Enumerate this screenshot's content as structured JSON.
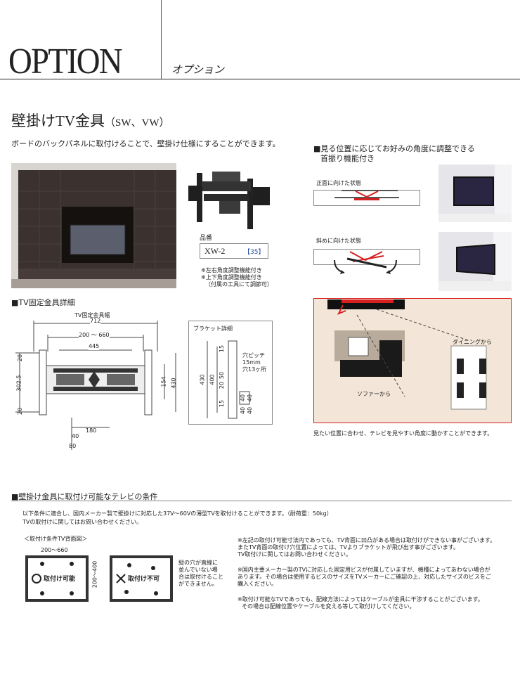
{
  "header": {
    "title": "OPTION",
    "subtitle": "オプション"
  },
  "product": {
    "heading": "壁掛けTV金具",
    "heading_suffix": "（SW、VW）",
    "description": "ボードのバックパネルに取付けることで、壁掛け仕様にすることができます。",
    "code_label": "品番",
    "code": "XW-2",
    "price": "【35】",
    "features": [
      "※左右角度調整機能付き",
      "※上下角度調整機能付き",
      "（付属の工具にて調節可）"
    ]
  },
  "swivel": {
    "heading_line1": "■見る位置に応じてお好みの角度に調整できる",
    "heading_line2": "首振り機能付き",
    "front_label": "正面に向けた状態",
    "angled_label": "斜めに向けた状態",
    "dining_label": "ダイニングから",
    "sofa_label": "ソファーから",
    "caption": "見たい位置に合わせ、テレビを見やすい角度に動かすことができます。"
  },
  "details": {
    "heading": "■TV固定金具詳細",
    "width_title": "TV固定金具幅",
    "dims": {
      "w712": "712",
      "w200_660": "200 ～ 660",
      "w445": "445",
      "h20a": "20",
      "h302": "302.5",
      "h20b": "20",
      "h154": "154",
      "h430": "430",
      "w180": "180",
      "w40": "40",
      "w80": "80"
    },
    "bracket_title": "ブラケット詳細",
    "bracket_dims": {
      "d430": "430",
      "d400": "400",
      "d15a": "15",
      "d20": "20",
      "d50": "50",
      "d15b": "15",
      "d40a": "40",
      "d40b": "40",
      "d40c": "40",
      "d40d": "40"
    },
    "hole_pitch": [
      "穴ピッチ",
      "15mm",
      "穴13ヶ所"
    ]
  },
  "conditions": {
    "heading": "■壁掛け金具に取付け可能なテレビの条件",
    "intro_line1": "以下条件に適合し、国内メーカー製で壁掛けに対応した37V～60Vの薄型TVを取付けることができます。（耐荷重：50kg）",
    "intro_line2": "TVの取付けに関してはお問い合わせください。",
    "diagram_title": "＜取付け条件TV背面図＞",
    "width_range": "200～660",
    "height_range": "200～400",
    "ok_label": "取付け可能",
    "ng_label": "取付け不可",
    "ng_note": [
      "縦の穴が直線に",
      "並んでいない場",
      "合は取付けること",
      "ができません。"
    ],
    "notes": [
      "※左記の取付け可能寸法内であっても、TV背面に凹凸がある場合は取付けができない事がございます。",
      "またTV背面の取付け穴位置によっては、TVよりブラケットが飛び出す事がございます。",
      "TV取付けに関してはお問い合わせください。",
      "",
      "※国内主要メーカー製のTVに対応した固定用ビスが付属していますが、機種によってあわない場合が",
      "あります。その場合は使用するビスのサイズをTVメーカーにご確認の上、対応したサイズのビスをご",
      "購入ください。",
      "",
      "※取付け可能なTVであっても、配線方法によってはケーブルが金具に干渉することがございます。",
      "その場合は配線位置やケーブルを変える等して取付けしてください。"
    ]
  },
  "colors": {
    "accent": "#d62020",
    "floor_plan_bg": "#f3e6d8",
    "cabinet": "#3a3230"
  }
}
